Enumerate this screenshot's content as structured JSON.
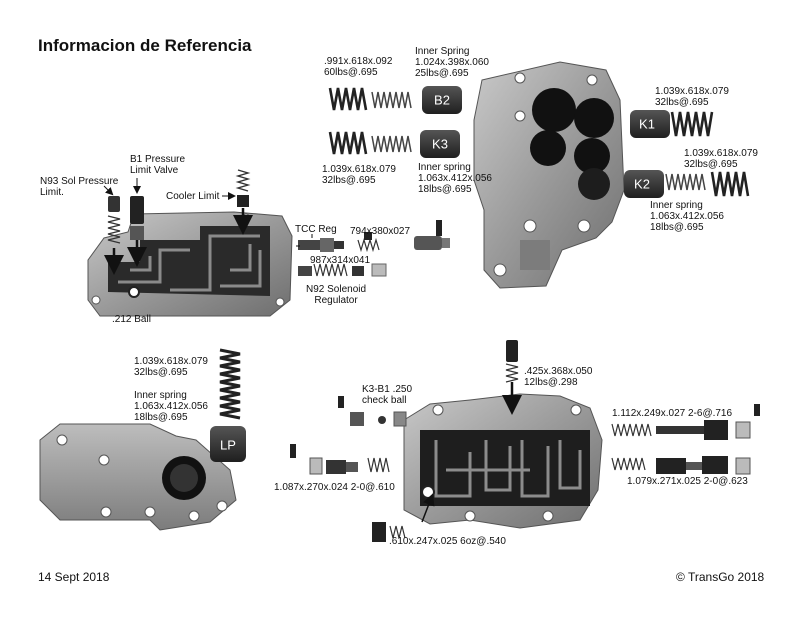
{
  "title": "Informacion de Referencia",
  "footer": {
    "date": "14 Sept 2018",
    "copyright": "© TransGo 2018"
  },
  "labels": {
    "b2_outer": ".991x.618x.092\n60lbs@.695",
    "b2_inner": "Inner Spring\n1.024x.398x.060\n25lbs@.695",
    "k3_outer": "1.039x.618x.079\n32lbs@.695",
    "k3_inner": "Inner spring\n1.063x.412x.056\n18lbs@.695",
    "k1_spring": "1.039x.618x.079\n32lbs@.695",
    "k2_outer": "1.039x.618x.079\n32lbs@.695",
    "k2_inner": "Inner spring\n1.063x.412x.056\n18lbs@.695",
    "n93": "N93 Sol Pressure\nLimit.",
    "b1_pressure": "B1 Pressure\nLimit Valve",
    "cooler_limit": "Cooler Limit",
    "tcc_reg": "TCC Reg",
    "tcc_spring": "794x380x027",
    "n92_spring": "987x314x041",
    "n92": "N92 Solenoid\nRegulator",
    "ball_212": ".212 Ball",
    "lp_outer": "1.039x.618x.079\n32lbs@.695",
    "lp_inner": "Inner spring\n1.063x.412x.056\n18lbs@.695",
    "k3b1_ball": "K3-B1 .250\ncheck ball",
    "spring_425": ".425x.368x.050\n12lbs@.298",
    "spring_1112": "1.112x.249x.027 2-6@.716",
    "spring_1087": "1.087x.270x.024 2-0@.610",
    "spring_1079": "1.079x.271x.025 2-0@.623",
    "spring_610": ".610x.247x.025 6oz@.540"
  },
  "badges": {
    "b2": "B2",
    "k3": "K3",
    "k1": "K1",
    "k2": "K2",
    "lp": "LP"
  }
}
